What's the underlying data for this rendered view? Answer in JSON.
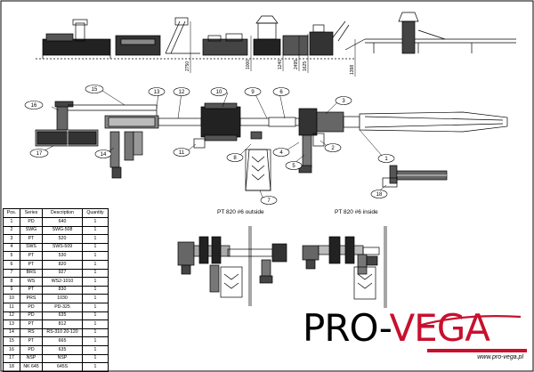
{
  "dimensions": [
    "2750",
    "1000",
    "1240",
    "2495",
    "1625",
    "1398"
  ],
  "callouts": [
    "1",
    "2",
    "3",
    "4",
    "5",
    "6",
    "7",
    "8",
    "9",
    "10",
    "11",
    "12",
    "13",
    "14",
    "15",
    "16",
    "17",
    "18"
  ],
  "captions": {
    "outside": "PT 820 #6 outside",
    "inside": "PT 820 #6 inside"
  },
  "parts_table": {
    "headers": [
      "Pos.",
      "Series",
      "Description",
      "Quantity"
    ],
    "rows": [
      [
        "1",
        "PD",
        "640",
        "1"
      ],
      [
        "2",
        "SWG",
        "SWG-508",
        "1"
      ],
      [
        "3",
        "PT",
        "520",
        "1"
      ],
      [
        "4",
        "SWS",
        "SWS-509",
        "1"
      ],
      [
        "5",
        "PT",
        "530",
        "1"
      ],
      [
        "6",
        "PT",
        "820",
        "1"
      ],
      [
        "7",
        "BRS",
        "927",
        "1"
      ],
      [
        "8",
        "WS",
        "WS2-1010",
        "1"
      ],
      [
        "9",
        "PT",
        "830",
        "1"
      ],
      [
        "10",
        "PRS",
        "1030",
        "1"
      ],
      [
        "11",
        "PD",
        "PD-325",
        "1"
      ],
      [
        "12",
        "PD",
        "635",
        "1"
      ],
      [
        "13",
        "PT",
        "812",
        "1"
      ],
      [
        "14",
        "RS",
        "RS-310 20-120",
        "1"
      ],
      [
        "15",
        "PT",
        "665",
        "1"
      ],
      [
        "16",
        "PD",
        "635",
        "1"
      ],
      [
        "17",
        "NSP",
        "NSP",
        "1"
      ],
      [
        "18",
        "NK 645",
        "645S",
        "1"
      ]
    ]
  },
  "logo": {
    "part1": "PRO-",
    "part2": "VEGA",
    "url": "www.pro-vega.pl",
    "accent_color": "#c8102e"
  }
}
